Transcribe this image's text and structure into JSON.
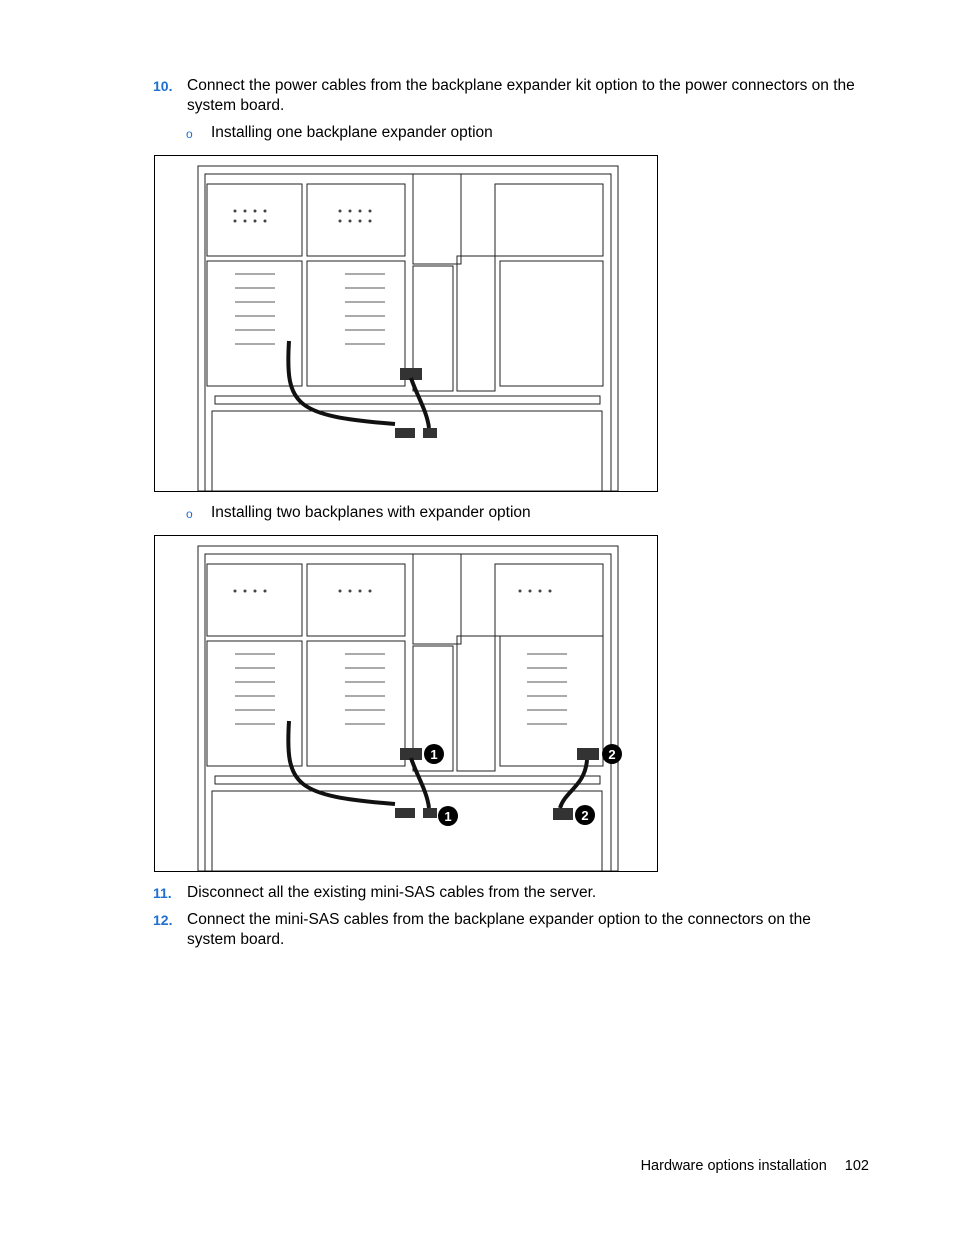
{
  "steps": [
    {
      "number": "10.",
      "text": "Connect the power cables from the backplane expander kit option to the power connectors on the system board."
    },
    {
      "number": "11.",
      "text": "Disconnect all the existing mini-SAS cables from the server."
    },
    {
      "number": "12.",
      "text": "Connect the mini-SAS cables from the backplane expander option to the connectors on the system board."
    }
  ],
  "sub_items": [
    {
      "bullet": "o",
      "text": "Installing one backplane expander option"
    },
    {
      "bullet": "o",
      "text": "Installing two backplanes with expander option"
    }
  ],
  "figure2_callouts": [
    "1",
    "1",
    "2",
    "2"
  ],
  "footer": {
    "section": "Hardware options installation",
    "page": "102"
  },
  "colors": {
    "step_number": "#1e6fd0",
    "callout_fill": "#000000",
    "callout_text": "#ffffff"
  }
}
